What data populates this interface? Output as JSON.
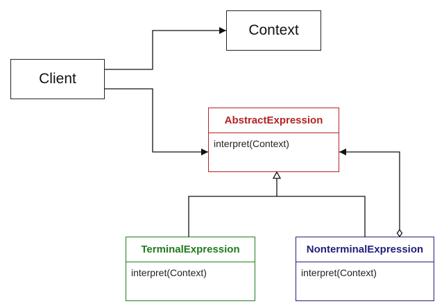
{
  "nodes": {
    "context": {
      "label": "Context"
    },
    "client": {
      "label": "Client"
    },
    "abstract_expression": {
      "name": "AbstractExpression",
      "method": "interpret(Context)",
      "color": "#b22222"
    },
    "terminal_expression": {
      "name": "TerminalExpression",
      "method": "interpret(Context)",
      "color": "#1e7b1e"
    },
    "nonterminal_expression": {
      "name": "NonterminalExpression",
      "method": "interpret(Context)",
      "color": "#1f1f7a"
    }
  },
  "edges": [
    {
      "from": "client",
      "to": "context",
      "type": "association"
    },
    {
      "from": "client",
      "to": "abstract_expression",
      "type": "association"
    },
    {
      "from": "terminal_expression",
      "to": "abstract_expression",
      "type": "inheritance"
    },
    {
      "from": "nonterminal_expression",
      "to": "abstract_expression",
      "type": "inheritance"
    },
    {
      "from": "nonterminal_expression",
      "to": "abstract_expression",
      "type": "aggregation"
    }
  ]
}
